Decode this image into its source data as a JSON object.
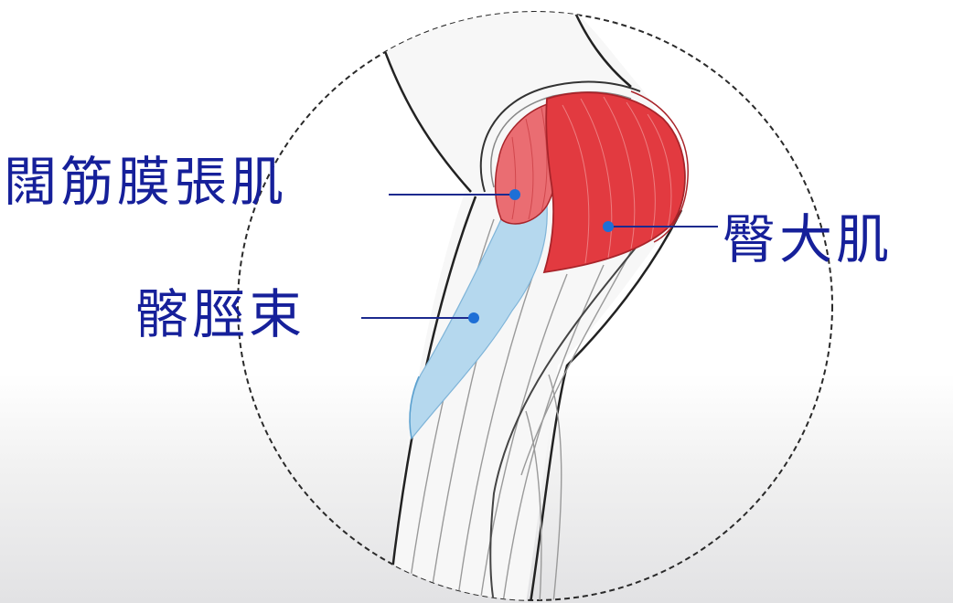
{
  "labels": {
    "tensor_fasciae_latae": "闊筋膜張肌",
    "iliotibial_band": "髂脛束",
    "gluteus_maximus": "臀大肌"
  },
  "colors": {
    "label_text": "#16209a",
    "leader_line": "#1c2a8e",
    "marker_dot": "#1e6fd6",
    "muscle_red": "#e23a40",
    "muscle_red_light": "#ef8a8c",
    "band_blue": "#b5d8ee",
    "outline": "#222222"
  }
}
